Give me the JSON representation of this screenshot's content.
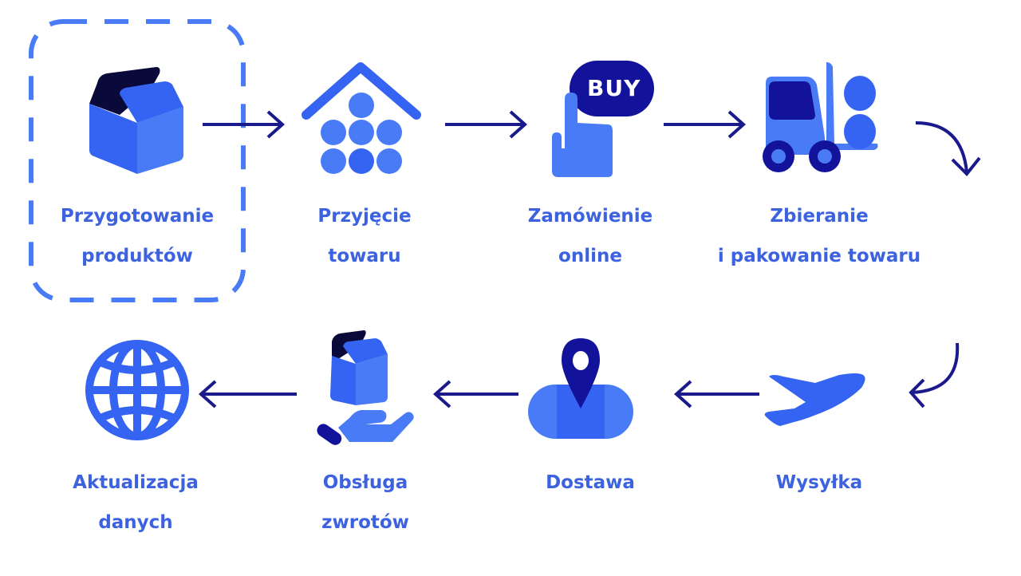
{
  "diagram": {
    "title": "",
    "colors": {
      "label": "#3d62e0",
      "arrow": "#1a1a8c",
      "icon_primary": "#3563f2",
      "icon_light": "#4a7bf7",
      "icon_dark": "#12129a",
      "icon_darkest": "#0a0a3a",
      "highlight_border": "#4a7bf7"
    },
    "steps": [
      {
        "id": 1,
        "icon": "box-icon",
        "line1": "Przygotowanie",
        "line2": "produktów",
        "highlighted": true
      },
      {
        "id": 2,
        "icon": "warehouse-icon",
        "line1": "Przyjęcie",
        "line2": "towaru"
      },
      {
        "id": 3,
        "icon": "buy-click-icon",
        "line1": "Zamówienie",
        "line2": "online",
        "badge": "BUY"
      },
      {
        "id": 4,
        "icon": "forklift-icon",
        "line1": "Zbieranie",
        "line2": "i pakowanie towaru"
      },
      {
        "id": 5,
        "icon": "airplane-icon",
        "line1": "Wysyłka",
        "line2": ""
      },
      {
        "id": 6,
        "icon": "map-pin-icon",
        "line1": "Dostawa",
        "line2": ""
      },
      {
        "id": 7,
        "icon": "hand-box-icon",
        "line1": "Obsługa",
        "line2": "zwrotów"
      },
      {
        "id": 8,
        "icon": "globe-icon",
        "line1": "Aktualizacja",
        "line2": "danych"
      }
    ]
  }
}
